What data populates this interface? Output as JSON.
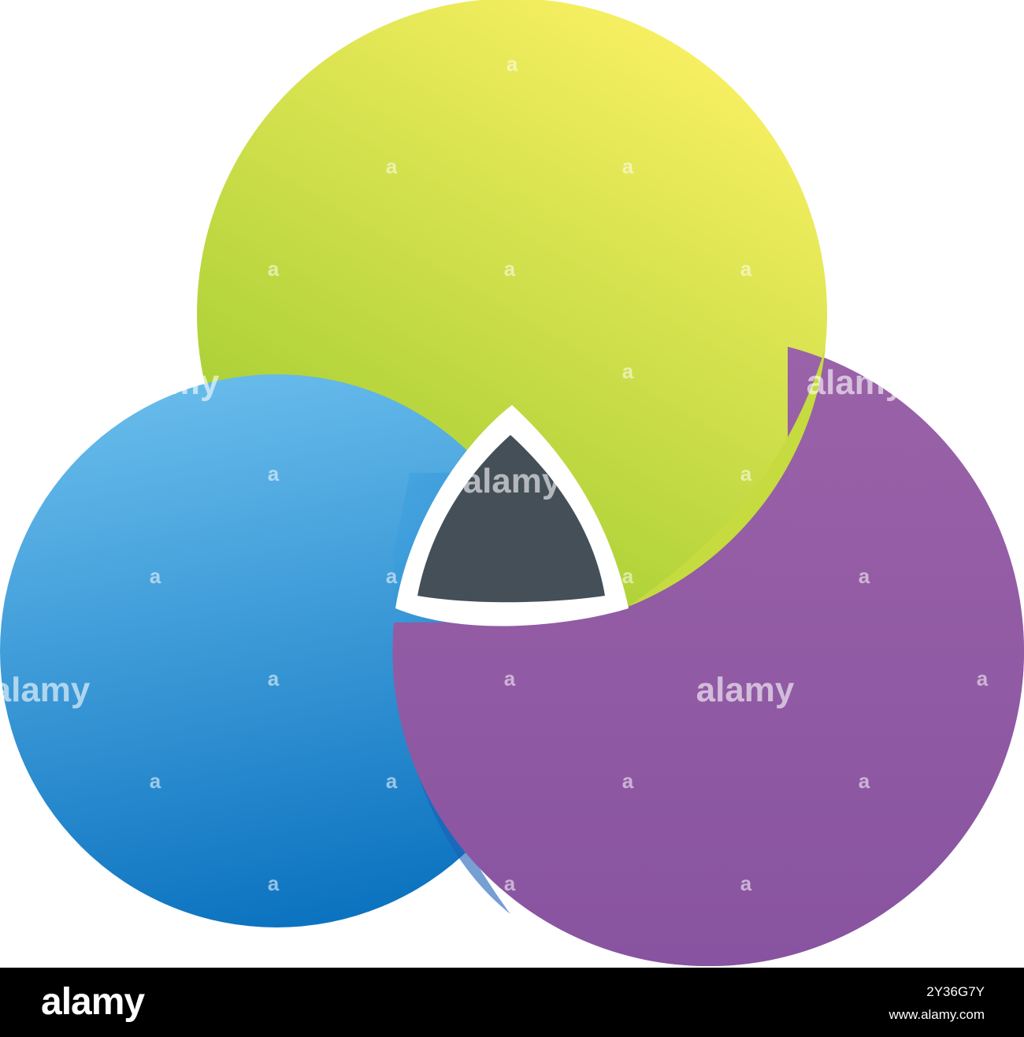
{
  "diagram": {
    "type": "three-circle-venn",
    "circles": [
      {
        "id": "top",
        "color_light": "#fdf265",
        "color_dark": "#a8cf35"
      },
      {
        "id": "left",
        "color_light": "#69bdec",
        "color_dark": "#0c73c0"
      },
      {
        "id": "right",
        "color_light": "#9a62a8",
        "color_dark": "#8853a0"
      }
    ],
    "center": {
      "fill": "#444f58",
      "border": "#ffffff"
    }
  },
  "watermark": {
    "tile": "a",
    "word": "alamy"
  },
  "footer": {
    "logo": "alamy",
    "image_id": "2Y36G7Y",
    "site": "www.alamy.com"
  }
}
